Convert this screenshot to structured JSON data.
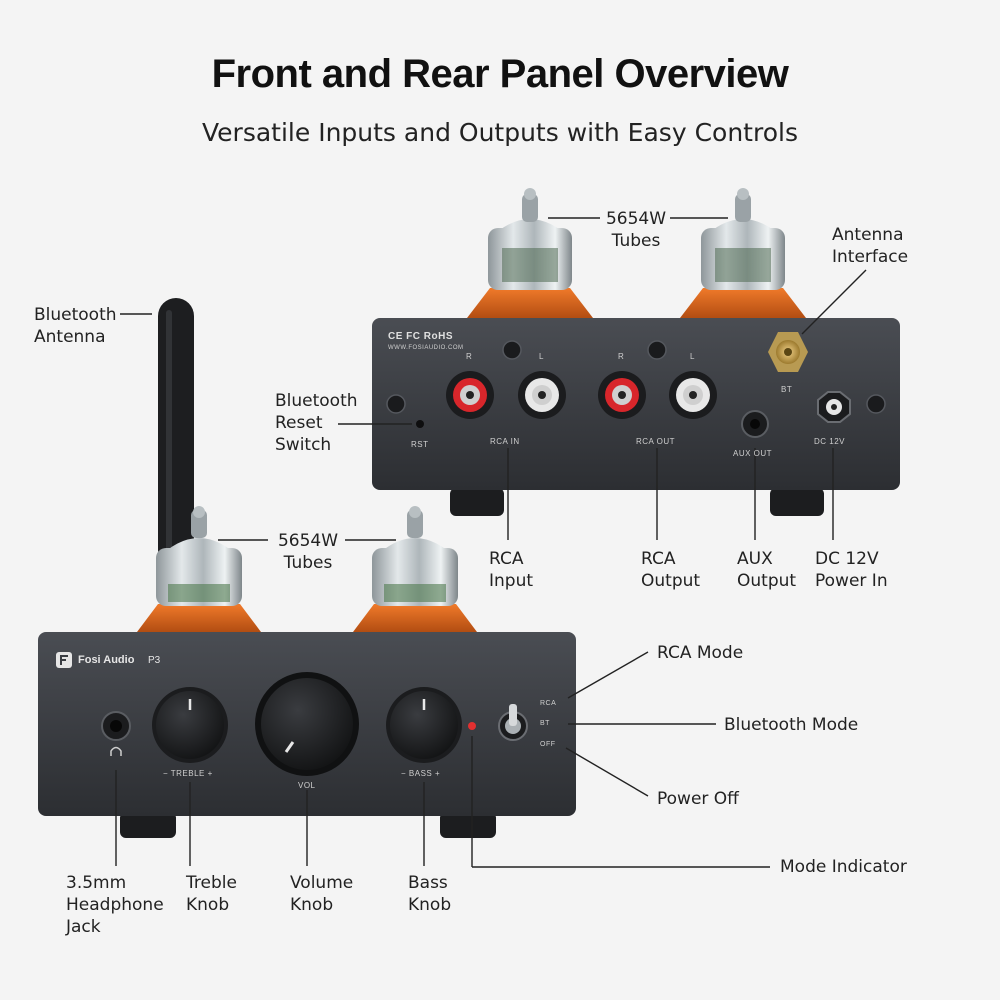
{
  "header": {
    "title": "Front and Rear Panel Overview",
    "subtitle": "Versatile Inputs and Outputs with Easy Controls"
  },
  "rear_panel": {
    "cert_marks": "CE FC RoHS",
    "website": "WWW.FOSIAUDIO.COM",
    "label_r1": "R",
    "label_l1": "L",
    "label_r2": "R",
    "label_l2": "L",
    "rca_in": "RCA  IN",
    "rca_out": "RCA  OUT",
    "aux_out": "AUX  OUT",
    "dc": "DC  12V",
    "bt": "BT",
    "rst": "RST"
  },
  "front_panel": {
    "brand": "Fosi Audio",
    "model": "P3",
    "treble": "−  TREBLE  +",
    "vol": "VOL",
    "bass": "−  BASS  +",
    "mode_rca": "RCA",
    "mode_bt": "BT",
    "mode_off": "OFF"
  },
  "callouts": {
    "bluetooth_antenna": "Bluetooth\nAntenna",
    "tubes_rear": "5654W\nTubes",
    "antenna_interface": "Antenna\nInterface",
    "bluetooth_reset": "Bluetooth\nReset\nSwitch",
    "rca_input": "RCA\nInput",
    "rca_output": "RCA\nOutput",
    "aux_output": "AUX\nOutput",
    "dc_power": "DC 12V\nPower In",
    "tubes_front": "5654W\nTubes",
    "rca_mode": "RCA Mode",
    "bluetooth_mode": "Bluetooth Mode",
    "power_off": "Power Off",
    "mode_indicator": "Mode Indicator",
    "headphone_jack": "3.5mm\nHeadphone\nJack",
    "treble_knob": "Treble\nKnob",
    "volume_knob": "Volume\nKnob",
    "bass_knob": "Bass\nKnob"
  },
  "colors": {
    "background": "#f4f4f4",
    "chassis": "#3a3d42",
    "tube_base": "#d0621c",
    "rca_red": "#d8262b",
    "rca_white": "#e8e8e8",
    "indicator": "#e23030"
  }
}
